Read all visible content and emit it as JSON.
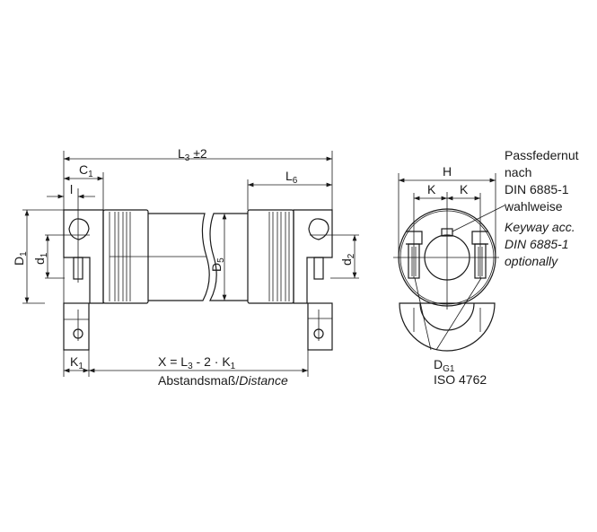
{
  "side_view": {
    "dim_L3": {
      "main": "L",
      "sub": "3",
      "suffix": " ±2"
    },
    "dim_C1": {
      "main": "C",
      "sub": "1"
    },
    "dim_L6": {
      "main": "L",
      "sub": "6"
    },
    "dim_l": "l",
    "dim_D1": {
      "main": "D",
      "sub": "1"
    },
    "dim_d1": {
      "main": "d",
      "sub": "1"
    },
    "dim_D5": {
      "main": "D",
      "sub": "5"
    },
    "dim_d2": {
      "main": "d",
      "sub": "2"
    },
    "dim_K1": {
      "main": "K",
      "sub": "1"
    },
    "dim_X": {
      "a": "X = L",
      "sub1": "3",
      "b": " - 2 · K",
      "sub2": "1"
    },
    "distance_label": {
      "de": "Abstandsmaß/",
      "en": "Distance"
    }
  },
  "front_view": {
    "dim_H": "H",
    "dim_K_left": "K",
    "dim_K_right": "K",
    "keyway_note_de": [
      "Passfedernut",
      "nach",
      "DIN 6885-1",
      "wahlweise"
    ],
    "keyway_note_en": [
      "Keyway acc.",
      "DIN 6885-1",
      "optionally"
    ],
    "screw_label": {
      "main": "D",
      "sub": "G1"
    },
    "screw_standard": "ISO 4762"
  }
}
